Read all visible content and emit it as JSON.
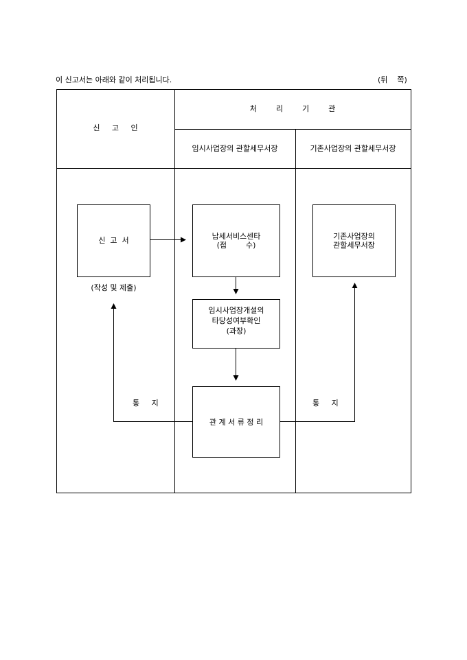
{
  "header": {
    "intro": "이 신고서는 아래와 같이 처리됩니다.",
    "page_side": "(뒤    쪽)"
  },
  "table": {
    "declarant_heading": "신     고     인",
    "agency_heading": "처        리        기        관",
    "col_temp_office": "임시사업장의 관할세무서장",
    "col_existing_office": "기존사업장의 관할세무서장"
  },
  "flow": {
    "report_box": "신  고  서",
    "report_caption": "(작성 및 제출)",
    "service_center_line1": "납세서비스센타",
    "service_center_line2": "(접        수)",
    "review_line1": "임시사업장개설의",
    "review_line2": "타당성여부확인",
    "review_line3": "(과장)",
    "records_box": "관 계 서 류 정 리",
    "existing_line1": "기존사업장의",
    "existing_line2": "관할세무서장",
    "notify_left": "통     지",
    "notify_right": "통     지"
  }
}
